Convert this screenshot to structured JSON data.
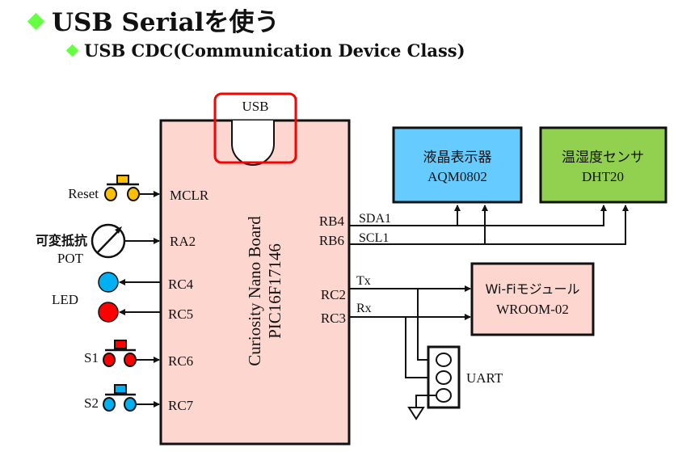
{
  "slide": {
    "title": "USB Serialを使う",
    "subtitle": "USB CDC(Communication Device Class)"
  },
  "colors": {
    "bullet": "#66ff44",
    "board_fill": "#fdd6cf",
    "lcd_fill": "#66ccff",
    "sensor_fill": "#92d050",
    "wifi_fill": "#fdd6cf",
    "usb_highlight": "#ff0000",
    "reset_button": "#ffc000",
    "led_blue": "#00b0f0",
    "led_red": "#ff0000",
    "s1_button": "#ff0000",
    "s2_button": "#00b0f0"
  },
  "board": {
    "name_line1": "Curiosity Nano Board",
    "name_line2": "PIC16F17146",
    "usb_label": "USB",
    "left_pins": [
      "MCLR",
      "RA2",
      "RC4",
      "RC5",
      "RC6",
      "RC7"
    ],
    "right_pins": [
      "RB4",
      "RB6",
      "RC2",
      "RC3"
    ]
  },
  "peripherals": {
    "reset_label": "Reset",
    "pot_label_jp": "可変抵抗",
    "pot_label": "POT",
    "led_label": "LED",
    "s1_label": "S1",
    "s2_label": "S2"
  },
  "modules": {
    "lcd": {
      "name": "液晶表示器",
      "part": "AQM0802"
    },
    "sensor": {
      "name": "温湿度センサ",
      "part": "DHT20"
    },
    "wifi": {
      "name": "Wi-Fiモジュール",
      "part": "WROOM-02"
    },
    "uart_label": "UART"
  },
  "signals": {
    "sda": "SDA1",
    "scl": "SCL1",
    "tx": "Tx",
    "rx": "Rx"
  }
}
